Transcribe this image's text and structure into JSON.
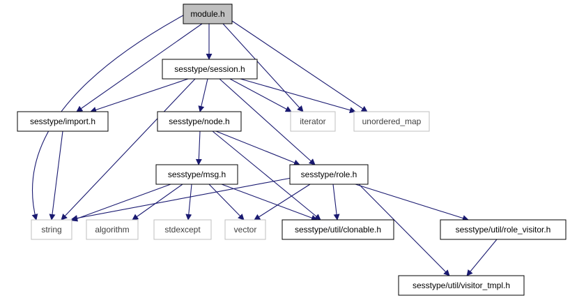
{
  "colors": {
    "edge": "#191970",
    "local_border": "#000000",
    "system_border": "#bfbfbf",
    "root_fill": "#bfbfbf",
    "node_fill": "#ffffff",
    "local_text": "#000000",
    "system_text": "#404040"
  },
  "nodes": {
    "module": {
      "label": "module.h",
      "kind": "root"
    },
    "session": {
      "label": "sesstype/session.h",
      "kind": "local"
    },
    "import": {
      "label": "sesstype/import.h",
      "kind": "local"
    },
    "node": {
      "label": "sesstype/node.h",
      "kind": "local"
    },
    "iterator": {
      "label": "iterator",
      "kind": "system"
    },
    "unordered_map": {
      "label": "unordered_map",
      "kind": "system"
    },
    "msg": {
      "label": "sesstype/msg.h",
      "kind": "local"
    },
    "role": {
      "label": "sesstype/role.h",
      "kind": "local"
    },
    "string": {
      "label": "string",
      "kind": "system"
    },
    "algorithm": {
      "label": "algorithm",
      "kind": "system"
    },
    "stdexcept": {
      "label": "stdexcept",
      "kind": "system"
    },
    "vector": {
      "label": "vector",
      "kind": "system"
    },
    "clonable": {
      "label": "sesstype/util/clonable.h",
      "kind": "local"
    },
    "role_visitor": {
      "label": "sesstype/util/role_visitor.h",
      "kind": "local"
    },
    "visitor_tmpl": {
      "label": "sesstype/util/visitor_tmpl.h",
      "kind": "local"
    }
  },
  "edges": [
    {
      "from": "module",
      "to": "string"
    },
    {
      "from": "module",
      "to": "session"
    },
    {
      "from": "module",
      "to": "import"
    },
    {
      "from": "module",
      "to": "iterator"
    },
    {
      "from": "module",
      "to": "unordered_map"
    },
    {
      "from": "session",
      "to": "import"
    },
    {
      "from": "session",
      "to": "string"
    },
    {
      "from": "session",
      "to": "node"
    },
    {
      "from": "session",
      "to": "iterator"
    },
    {
      "from": "session",
      "to": "unordered_map"
    },
    {
      "from": "session",
      "to": "role"
    },
    {
      "from": "import",
      "to": "string"
    },
    {
      "from": "node",
      "to": "msg"
    },
    {
      "from": "node",
      "to": "role"
    },
    {
      "from": "node",
      "to": "clonable"
    },
    {
      "from": "msg",
      "to": "string"
    },
    {
      "from": "msg",
      "to": "algorithm"
    },
    {
      "from": "msg",
      "to": "stdexcept"
    },
    {
      "from": "msg",
      "to": "vector"
    },
    {
      "from": "msg",
      "to": "clonable"
    },
    {
      "from": "role",
      "to": "string"
    },
    {
      "from": "role",
      "to": "vector"
    },
    {
      "from": "role",
      "to": "clonable"
    },
    {
      "from": "role",
      "to": "role_visitor"
    },
    {
      "from": "role",
      "to": "visitor_tmpl"
    },
    {
      "from": "role_visitor",
      "to": "visitor_tmpl"
    }
  ]
}
